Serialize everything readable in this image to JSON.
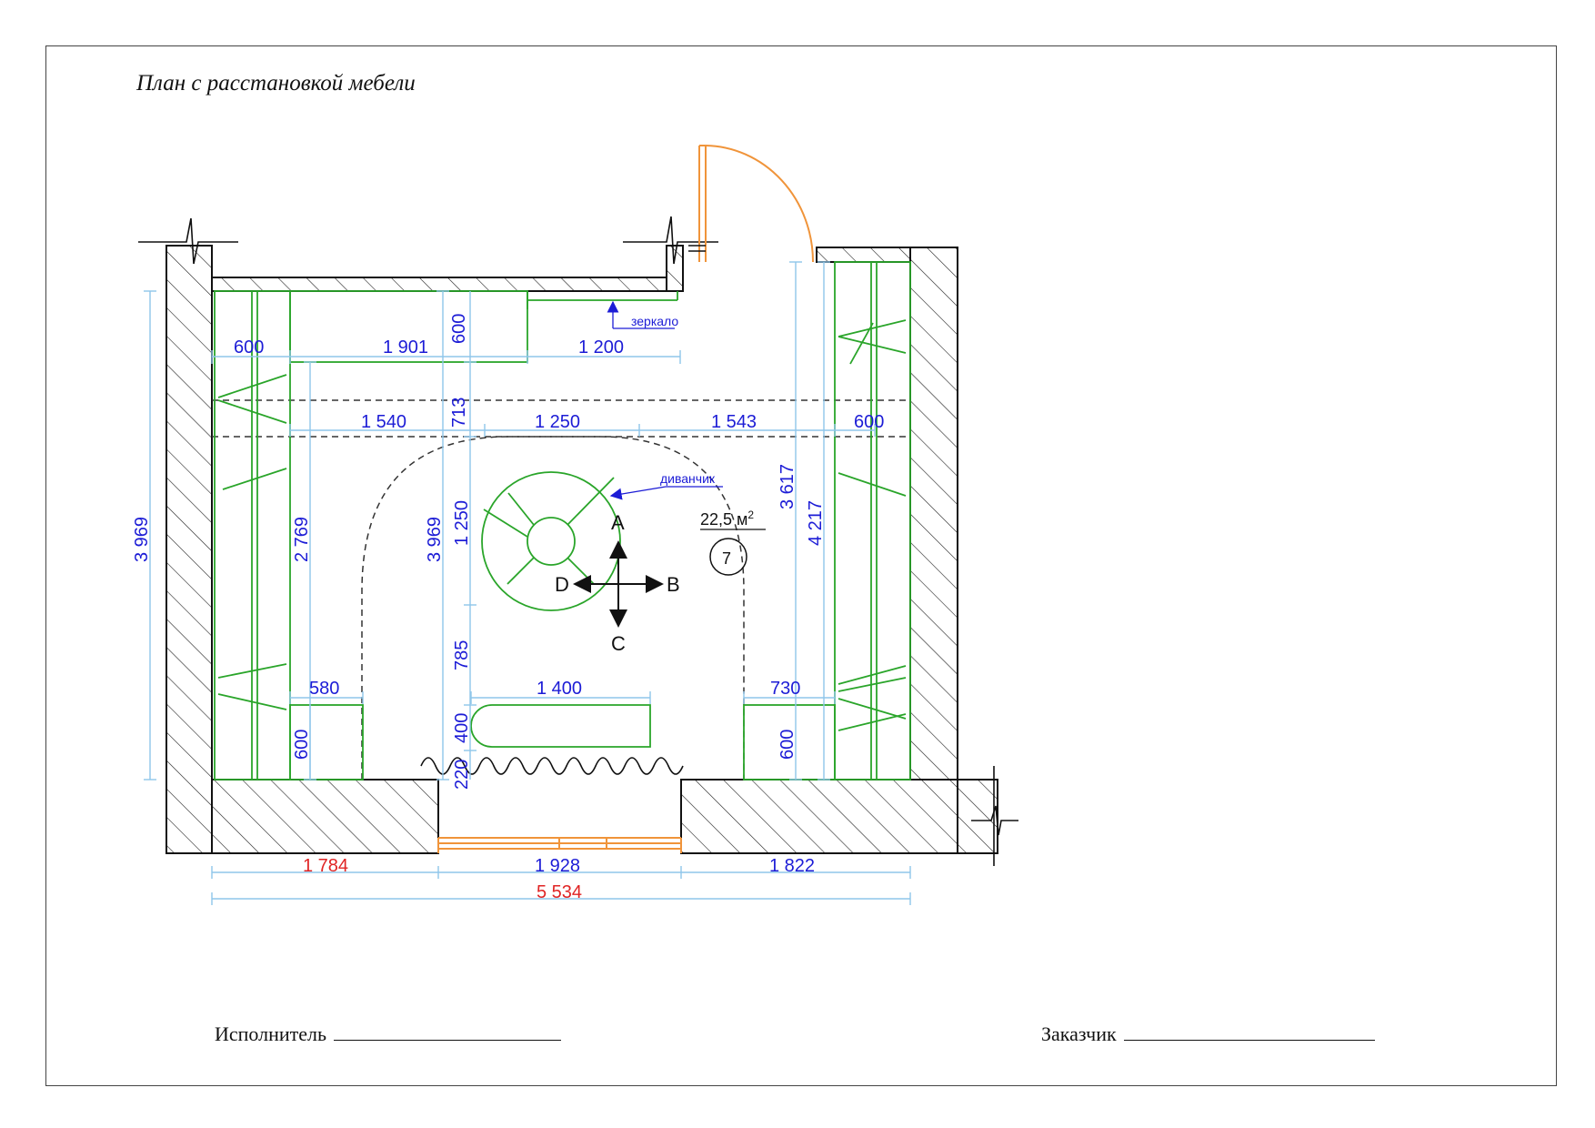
{
  "title": "План с расстановкой мебели",
  "signatures": {
    "executor": "Исполнитель",
    "customer": "Заказчик"
  },
  "room": {
    "number": "7",
    "area": "22,5 м",
    "area_sup": "2"
  },
  "labels": {
    "mirror": "зеркало",
    "sofa": "диванчик"
  },
  "directions": {
    "a": "A",
    "b": "B",
    "c": "C",
    "d": "D"
  },
  "dims": {
    "top_600": "600",
    "top_1901": "1 901",
    "top_1200": "1 200",
    "top_v600": "600",
    "row_1540": "1 540",
    "row_713": "713",
    "row_1250": "1 250",
    "row_1543": "1 543",
    "row_600": "600",
    "left_3969": "3 969",
    "left_2769": "2 769",
    "center_3969": "3 969",
    "center_1250": "1 250",
    "center_785": "785",
    "center_400": "400",
    "center_220": "220",
    "right_3617": "3 617",
    "right_4217": "4 217",
    "cab_left_580": "580",
    "cab_left_600": "600",
    "bench_1400": "1 400",
    "cab_right_730": "730",
    "cab_right_600": "600",
    "bottom_1784": "1 784",
    "bottom_1928": "1 928",
    "bottom_1822": "1 822",
    "bottom_total": "5 534"
  },
  "colors": {
    "wall": "#111111",
    "furniture": "#2aa52a",
    "dimension_line": "#8fc6ea",
    "dimension_text": "#1c1cd6",
    "highlight_text": "#e02424",
    "door": "#f0943a"
  }
}
